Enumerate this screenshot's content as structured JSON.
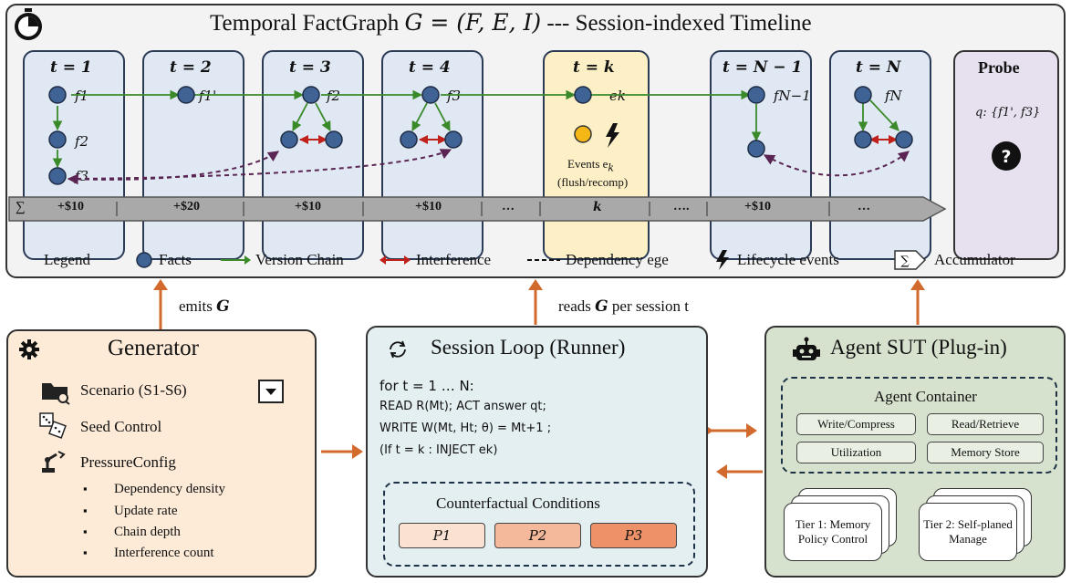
{
  "top_panel": {
    "title_prefix": "Temporal FactGraph",
    "title_math": "G = (F, E, I)",
    "title_suffix": "--- Session-indexed Timeline"
  },
  "sessions": [
    {
      "label": "t = 1",
      "facts": [
        "f1",
        "f2",
        "f3"
      ]
    },
    {
      "label": "t = 2",
      "facts": [
        "f1'"
      ]
    },
    {
      "label": "t = 3",
      "facts": [
        "f2"
      ]
    },
    {
      "label": "t = 4",
      "facts": [
        "f3"
      ]
    },
    {
      "label": "t = k",
      "facts": [
        "ek"
      ],
      "events_text": "Events e",
      "events_sub": "k",
      "events_note": "(flush/recomp)"
    },
    {
      "label": "t = N − 1",
      "facts": [
        "fN−1"
      ]
    },
    {
      "label": "t = N",
      "facts": [
        "fN"
      ]
    }
  ],
  "probe": {
    "title": "Probe",
    "query": "q: {f1', f3}",
    "icon": "question-icon"
  },
  "accumulator_bar": {
    "symbol": "∑",
    "cells": [
      "+$10",
      "+$20",
      "+$10",
      "+$10",
      "…",
      "k",
      "….",
      "+$10",
      "…"
    ]
  },
  "legend": {
    "title": "Legend",
    "items": [
      "Facts",
      "Version Chain",
      "Interference",
      "Dependency ege",
      "Lifecycle events",
      "Accumulator"
    ]
  },
  "arrows": {
    "emits": "emits",
    "emits_var": "G",
    "reads": "reads",
    "reads_var": "G",
    "reads_suffix": "per session t"
  },
  "generator": {
    "title": "Generator",
    "scenario": "Scenario (S1-S6)",
    "seed": "Seed Control",
    "pressure": "PressureConfig",
    "bullets": [
      "Dependency density",
      "Update rate",
      "Chain depth",
      "Interference count"
    ]
  },
  "runner": {
    "title": "Session Loop (Runner)",
    "code": [
      "for t = 1 … N:",
      "READ R(Mt);  ACT answer qt;",
      "WRITE W(Mt, Ht; θ) = Mt+1 ;",
      "(If t = k : INJECT ek)"
    ],
    "cf_title": "Counterfactual Conditions",
    "conditions": [
      "P1",
      "P2",
      "P3"
    ]
  },
  "agent": {
    "title": "Agent SUT (Plug-in)",
    "container_title": "Agent Container",
    "modules": [
      "Write/Compress",
      "Read/Retrieve",
      "Utilization",
      "Memory Store"
    ],
    "tier1": "Tier 1: Memory Policy Control",
    "tier2": "Tier 2: Self-planed Manage"
  },
  "colors": {
    "fact_node": "#3f6395",
    "version_arrow": "#3a8a2a",
    "interference": "#c0211b",
    "dependency": "#5a2553",
    "flow_arrow": "#d2692d",
    "session_bg": "#dfe8f3",
    "k_bg": "#fdf0c6",
    "generator_bg": "#fdebd7",
    "runner_bg": "#e4eff1",
    "agent_bg": "#d6e2cd",
    "probe_bg": "#e7e0ee",
    "events_node": "#f4b716"
  }
}
